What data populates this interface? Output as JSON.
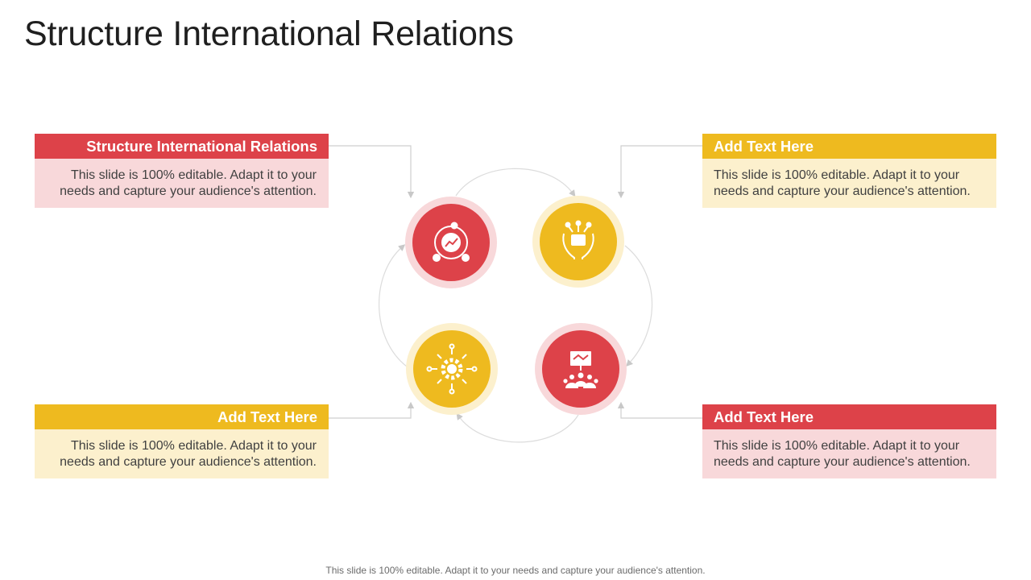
{
  "title": "Structure International Relations",
  "cards": {
    "top_left": {
      "heading": "Structure International Relations",
      "text": "This slide is 100% editable. Adapt it to your needs and capture your audience's attention."
    },
    "top_right": {
      "heading": "Add Text Here",
      "text": "This slide is 100% editable. Adapt it to your needs and capture your audience's attention."
    },
    "bottom_left": {
      "heading": "Add Text Here",
      "text": "This slide is 100% editable. Adapt it to your needs and capture your audience's attention."
    },
    "bottom_right": {
      "heading": "Add Text Here",
      "text": "This slide is 100% editable. Adapt it to your needs and capture your audience's attention."
    }
  },
  "icons": {
    "top_left": "gear-cycle-growth-icon",
    "top_right": "hands-sharing-icon",
    "bottom_left": "gear-network-icon",
    "bottom_right": "handshake-group-icon"
  },
  "colors": {
    "red": "#dd4249",
    "yellow": "#eeba1f",
    "red_light": "#f8d8da",
    "yellow_light": "#fcf0cd"
  },
  "footer": "This slide is 100% editable. Adapt it to your needs and capture your audience's attention."
}
